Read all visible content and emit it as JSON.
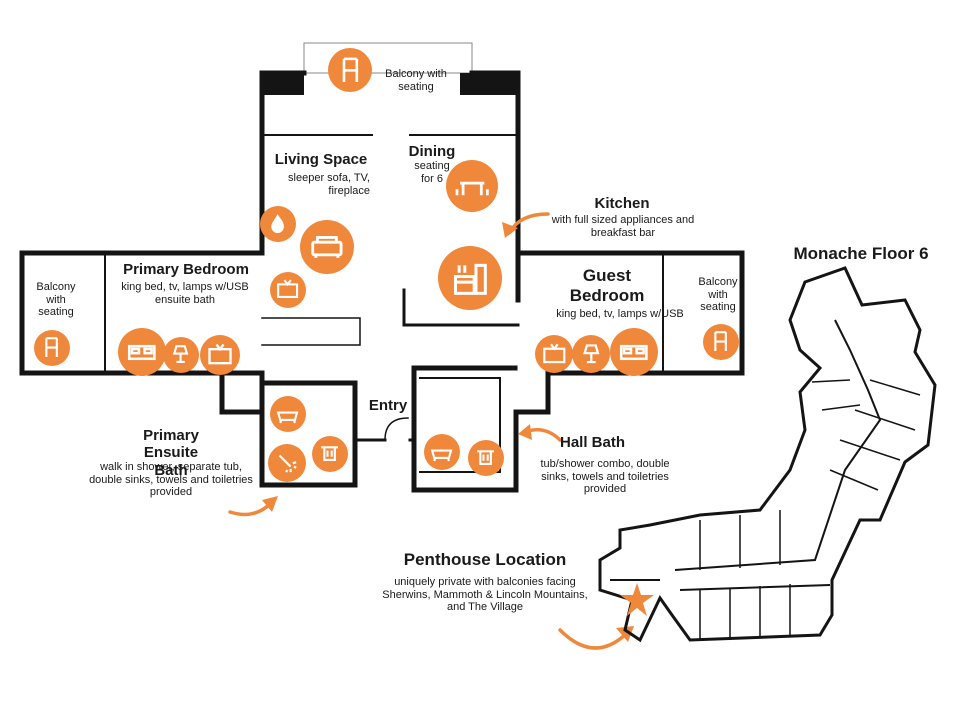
{
  "labels": {
    "balcony_top": "Balcony with seating",
    "living_title": "Living Space",
    "living_desc": "sleeper sofa, TV, fireplace",
    "dining_title": "Dining",
    "dining_desc": "seating for 6",
    "kitchen_title": "Kitchen",
    "kitchen_desc": "with full sized appliances and breakfast bar",
    "primary_bed_title": "Primary Bedroom",
    "primary_bed_desc": "king bed, tv, lamps w/USB ensuite bath",
    "balcony_left": "Balcony with seating",
    "guest_title": "Guest Bedroom",
    "guest_desc": "king bed, tv, lamps w/USB",
    "balcony_right": "Balcony with seating",
    "entry": "Entry",
    "primary_bath_title": "Primary Ensuite Bath",
    "primary_bath_desc": "walk in shower, separate tub, double sinks, towels and toiletries provided",
    "hall_bath_title": "Hall Bath",
    "hall_bath_desc": "tub/shower combo, double sinks, towels and toiletries provided",
    "floor_title": "Monache Floor 6",
    "penthouse_title": "Penthouse Location",
    "penthouse_desc": "uniquely private with balconies facing Sherwins, Mammoth & Lincoln Mountains, and The Village"
  },
  "colors": {
    "accent": "#f0883c",
    "wall": "#141414",
    "text": "#1a1a1a"
  }
}
